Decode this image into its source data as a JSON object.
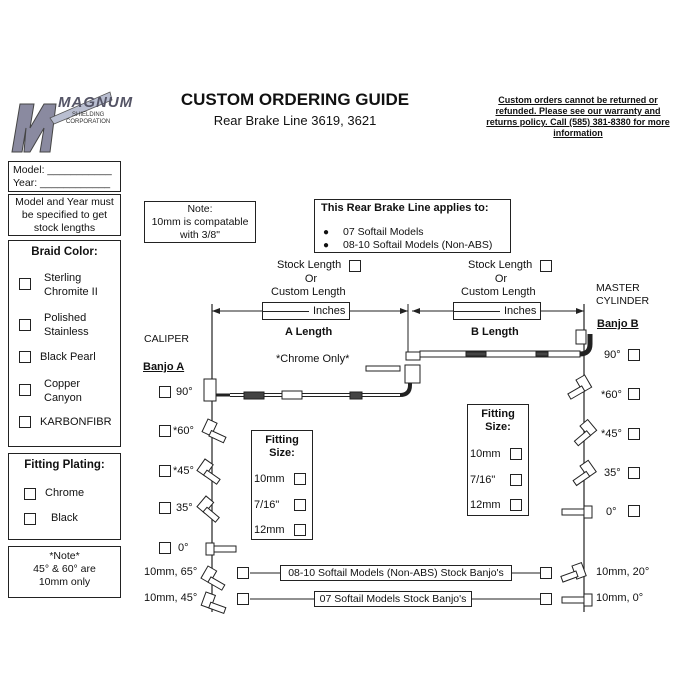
{
  "logo": {
    "name": "MAGNUM",
    "line1": "SHIELDING",
    "line2": "CORPORATION"
  },
  "header": {
    "title": "CUSTOM ORDERING GUIDE",
    "subtitle": "Rear Brake Line 3619, 3621",
    "policy": [
      "Custom orders cannot be returned or",
      "refunded. Please see our warranty and",
      "returns policy. Call (585) 381-8380 for more",
      "information"
    ]
  },
  "model_box": {
    "model": "Model: ___________",
    "year": "Year: ____________"
  },
  "model_note": [
    "Model and Year must",
    "be specified to get",
    "stock lengths"
  ],
  "braid": {
    "title": "Braid Color:",
    "options": [
      {
        "l1": "Sterling",
        "l2": "Chromite II"
      },
      {
        "l1": "Polished",
        "l2": "Stainless"
      },
      {
        "l1": "Black Pearl",
        "l2": ""
      },
      {
        "l1": "Copper",
        "l2": "Canyon"
      },
      {
        "l1": "KARBONFIBR",
        "l2": ""
      }
    ]
  },
  "plating": {
    "title": "Fitting Plating:",
    "options": [
      "Chrome",
      "Black"
    ]
  },
  "note_angle": [
    "*Note*",
    "45° & 60° are",
    "10mm only"
  ],
  "note_10mm": [
    "Note:",
    "10mm is compatable",
    "with 3/8\""
  ],
  "applies": {
    "title": "This Rear Brake Line applies to:",
    "items": [
      "07 Softail Models",
      "08-10 Softail Models (Non-ABS)"
    ]
  },
  "length_a": {
    "stock": "Stock Length",
    "or": "Or",
    "custom": "Custom Length",
    "unit": "Inches",
    "label": "A Length"
  },
  "length_b": {
    "stock": "Stock Length",
    "or": "Or",
    "custom": "Custom Length",
    "unit": "Inches",
    "label": "B Length"
  },
  "chrome_only": "*Chrome Only*",
  "caliper": "CALIPER",
  "master": [
    "MASTER",
    "CYLINDER"
  ],
  "banjo_a": {
    "title": "Banjo A",
    "options": [
      "90°",
      "*60°",
      "*45°",
      "35°",
      "0°"
    ]
  },
  "banjo_b": {
    "title": "Banjo B",
    "options": [
      "90°",
      "*60°",
      "*45°",
      "35°",
      "0°"
    ]
  },
  "fitting_left": {
    "title": [
      "Fitting",
      "Size:"
    ],
    "options": [
      "10mm",
      "7/16\"",
      "12mm"
    ]
  },
  "fitting_right": {
    "title": [
      "Fitting",
      "Size:"
    ],
    "options": [
      "10mm",
      "7/16\"",
      "12mm"
    ]
  },
  "stock_rows": [
    {
      "left": "10mm, 65°",
      "label": "08-10 Softail Models (Non-ABS) Stock Banjo's",
      "right": "10mm, 20°"
    },
    {
      "left": "10mm, 45°",
      "label": "07 Softail Models Stock Banjo's",
      "right": "10mm, 0°"
    }
  ]
}
